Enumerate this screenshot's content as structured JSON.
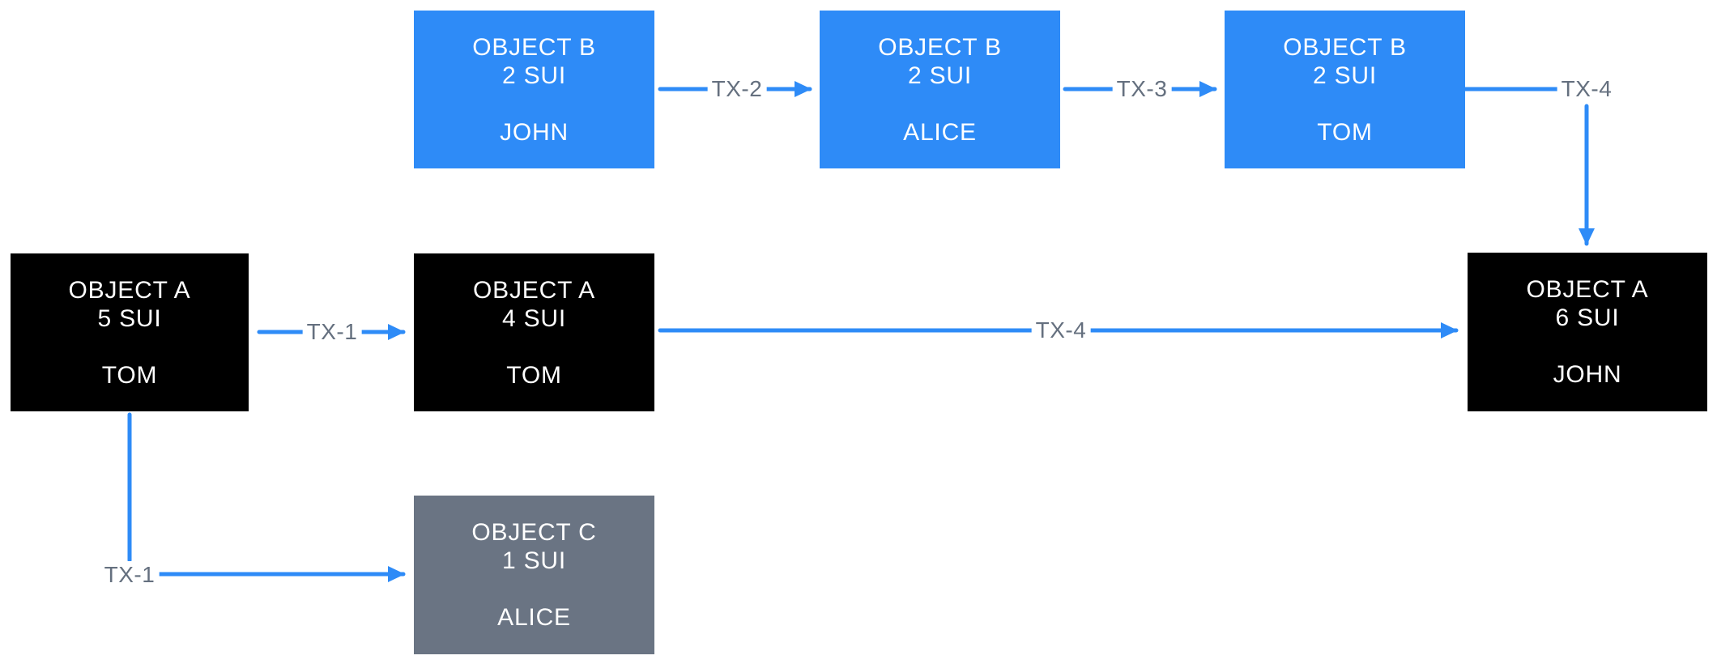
{
  "diagram": {
    "description": "Sui object ownership transaction flow diagram",
    "colors": {
      "node_blue": "#2E8BF7",
      "node_black": "#000000",
      "node_gray": "#6A7483",
      "arrow_blue": "#2E8BF7",
      "edge_label_gray": "#65707F",
      "node_text": "#ffffff",
      "background": "#ffffff"
    },
    "nodes": {
      "b_john": {
        "title": "OBJECT B",
        "amount": "2 SUI",
        "owner": "JOHN"
      },
      "b_alice": {
        "title": "OBJECT B",
        "amount": "2 SUI",
        "owner": "ALICE"
      },
      "b_tom": {
        "title": "OBJECT B",
        "amount": "2 SUI",
        "owner": "TOM"
      },
      "a_tom5": {
        "title": "OBJECT A",
        "amount": "5 SUI",
        "owner": "TOM"
      },
      "a_tom4": {
        "title": "OBJECT A",
        "amount": "4 SUI",
        "owner": "TOM"
      },
      "a_john6": {
        "title": "OBJECT A",
        "amount": "6 SUI",
        "owner": "JOHN"
      },
      "c_alice": {
        "title": "OBJECT C",
        "amount": "1 SUI",
        "owner": "ALICE"
      }
    },
    "edges": {
      "tx1_split": {
        "label": "TX-1"
      },
      "tx1_coin": {
        "label": "TX-1"
      },
      "tx2": {
        "label": "TX-2"
      },
      "tx3": {
        "label": "TX-3"
      },
      "tx4_merge": {
        "label": "TX-4"
      },
      "tx4_main": {
        "label": "TX-4"
      }
    }
  }
}
